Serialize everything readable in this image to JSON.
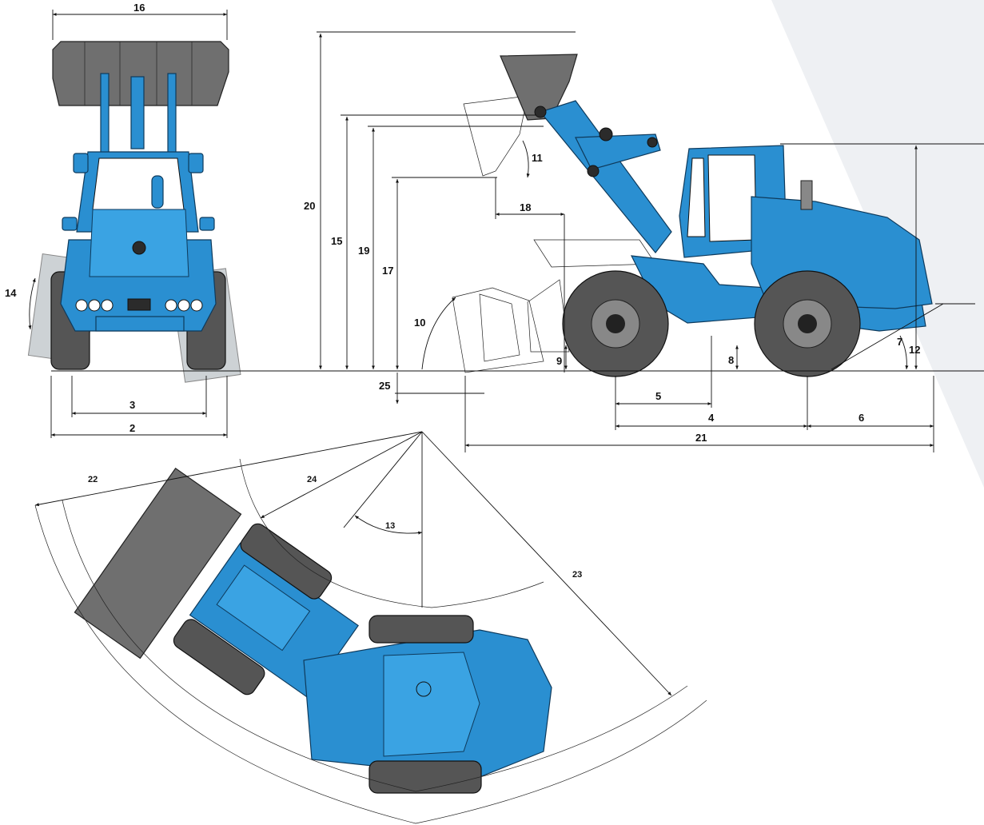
{
  "background": {
    "stripe_color": "#eef0f3"
  },
  "colors": {
    "body": "#2a8fd1",
    "bucket": "#6f6f6f",
    "tyre": "#555555"
  },
  "dimension_labels": {
    "d2": "2",
    "d3": "3",
    "d4": "4",
    "d5": "5",
    "d6": "6",
    "d7": "7",
    "d8": "8",
    "d9": "9",
    "d10": "10",
    "d11": "11",
    "d12": "12",
    "d13": "13",
    "d14": "14",
    "d15": "15",
    "d16": "16",
    "d17": "17",
    "d18": "18",
    "d19": "19",
    "d20": "20",
    "d21": "21",
    "d22": "22",
    "d23": "23",
    "d24": "24",
    "d25": "25"
  }
}
